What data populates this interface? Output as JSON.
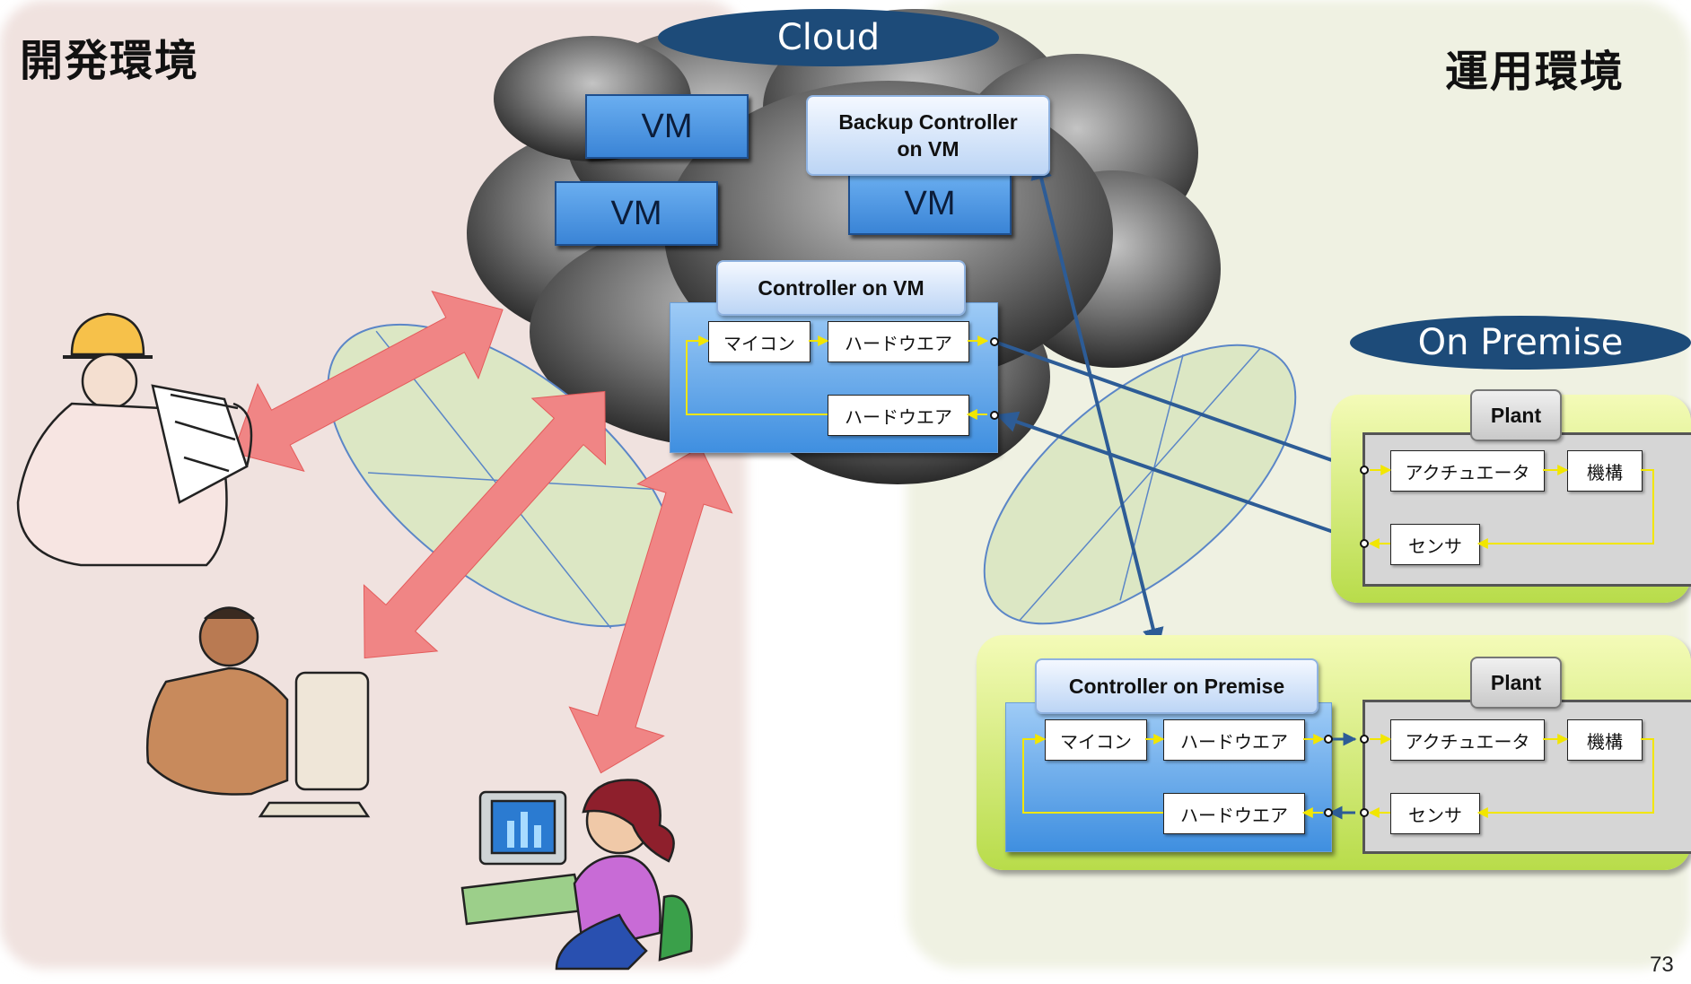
{
  "dev_env": {
    "title": "開発環境"
  },
  "ops_env": {
    "title": "運用環境"
  },
  "cloud": {
    "label": "Cloud",
    "vms": [
      "VM",
      "VM",
      "VM"
    ],
    "backup_controller": "Backup Controller on VM",
    "controller": {
      "title": "Controller on VM",
      "mcu": "マイコン",
      "hw_out": "ハードウエア",
      "hw_in": "ハードウエア"
    }
  },
  "on_premise": {
    "label": "On Premise",
    "plant_top": {
      "title": "Plant",
      "actuator": "アクチュエータ",
      "mechanism": "機構",
      "sensor": "センサ"
    },
    "controller": {
      "title": "Controller on Premise",
      "mcu": "マイコン",
      "hw_out": "ハードウエア",
      "hw_in": "ハードウエア"
    },
    "plant_bottom": {
      "title": "Plant",
      "actuator": "アクチュエータ",
      "mechanism": "機構",
      "sensor": "センサ"
    }
  },
  "page_number": "73",
  "colors": {
    "dev_bg": "#f0e2df",
    "ops_bg": "#eff1e2",
    "cloud_pill": "#1d4b79",
    "arrow_pink": "#f08080",
    "arrow_blue": "#2d5c96",
    "plant_green": "#c6e35e"
  },
  "icons": [
    "engineer-with-blueprints-icon",
    "man-at-computer-icon",
    "woman-at-computer-icon"
  ]
}
